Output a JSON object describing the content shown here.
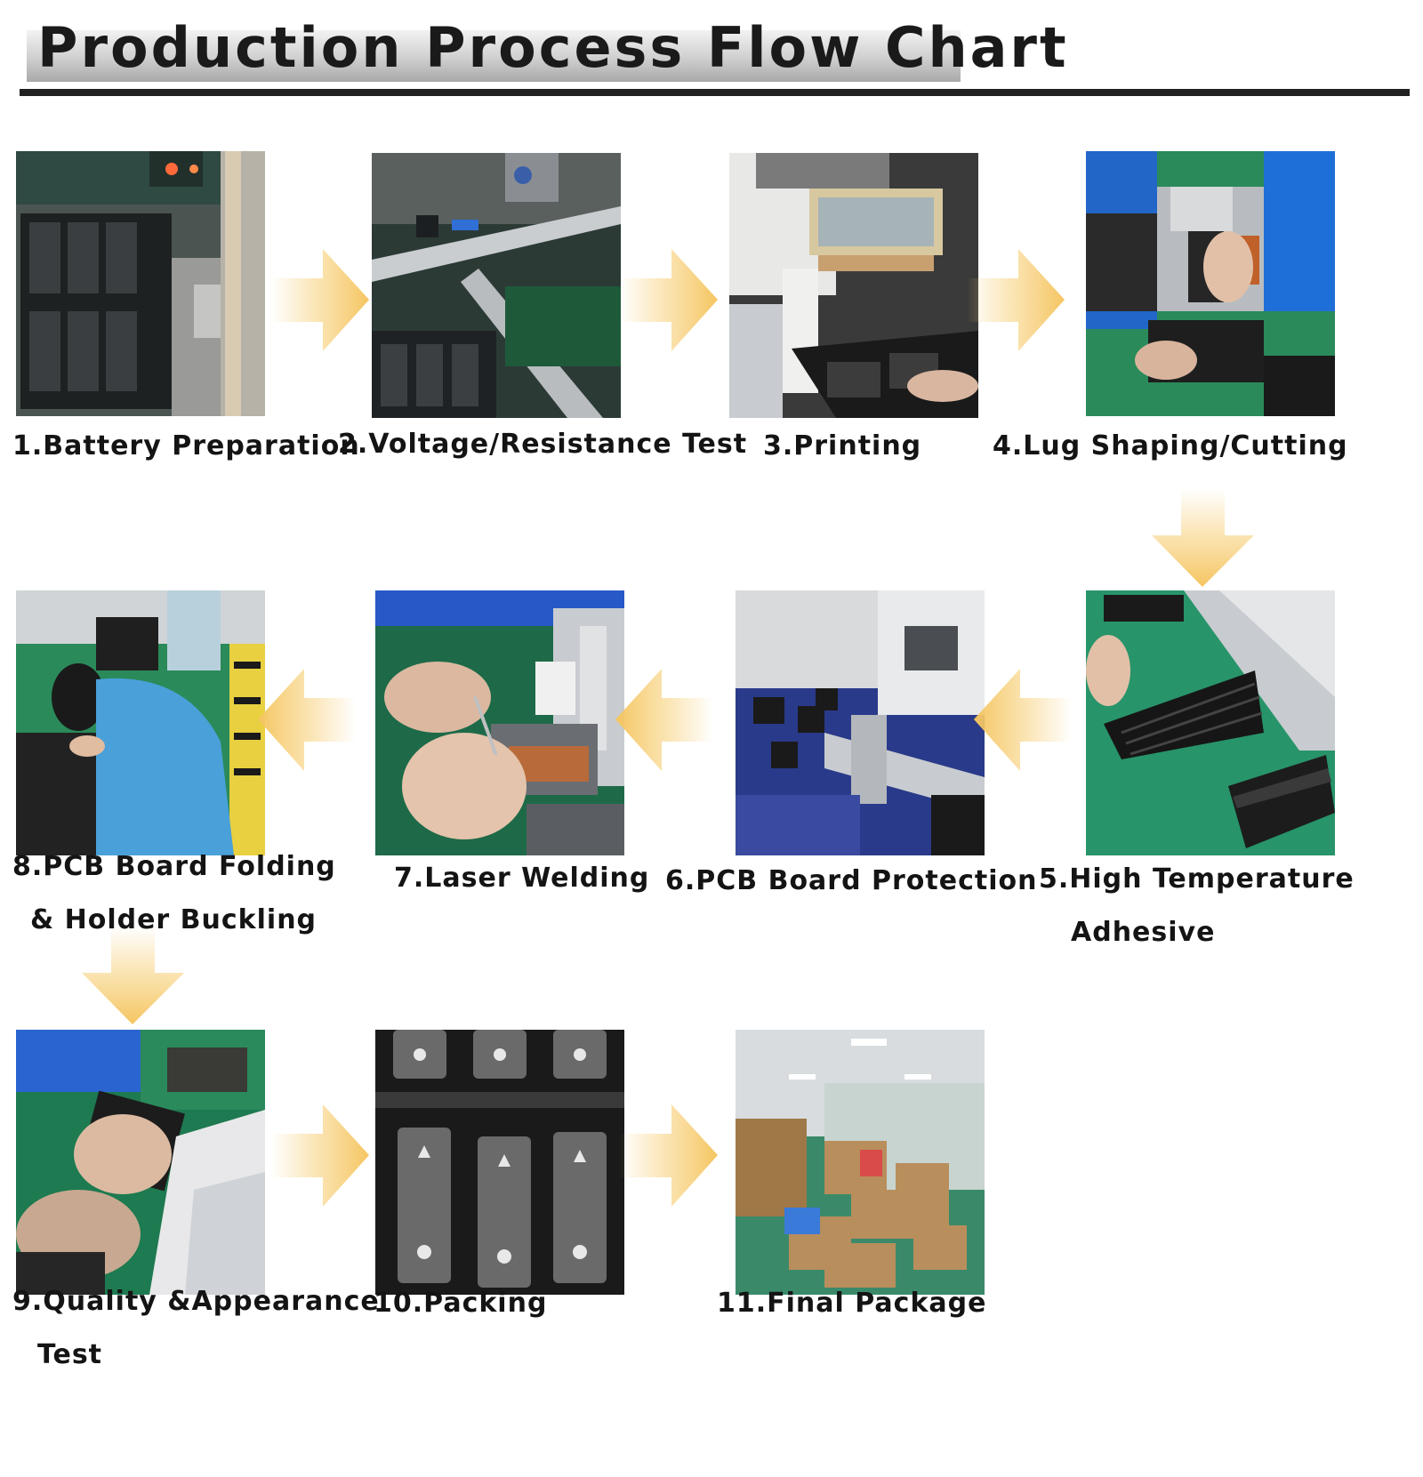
{
  "title": "Production Process Flow Chart",
  "steps": [
    {
      "label": "1.Battery Preparation"
    },
    {
      "label": "2.Voltage/Resistance Test"
    },
    {
      "label": "3.Printing"
    },
    {
      "label": "4.Lug Shaping/Cutting"
    },
    {
      "label_line1": "5.High Temperature",
      "label_line2": "Adhesive"
    },
    {
      "label": "6.PCB Board Protection"
    },
    {
      "label": "7.Laser Welding"
    },
    {
      "label_line1": "8.PCB Board Folding",
      "label_line2": "& Holder Buckling"
    },
    {
      "label_line1": "9.Quality &Appearance",
      "label_line2": "Test"
    },
    {
      "label": "10.Packing"
    },
    {
      "label": "11.Final Package"
    }
  ],
  "colors": {
    "arrow": "#f7d07a",
    "title_band": "#c8c8c8",
    "rule": "#222222"
  },
  "icons": {
    "arrow_right": "arrow-right-icon",
    "arrow_left": "arrow-left-icon",
    "arrow_down": "arrow-down-icon"
  }
}
